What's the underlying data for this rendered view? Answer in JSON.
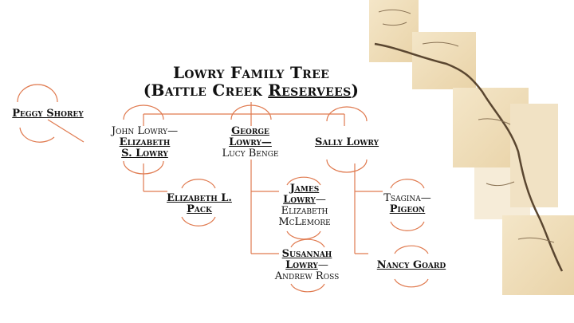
{
  "title": {
    "line1": "Lowry Family Tree",
    "line2_open": "(Battle Creek ",
    "line2_underlined": "Reservees",
    "line2_close": ")"
  },
  "people": {
    "peggy": "Peggy Shorey",
    "john": "John Lowry—",
    "elizabeth_s": "Elizabeth S. Lowry",
    "george": "George Lowry—",
    "lucy": "Lucy Benge",
    "sally": "Sally Lowry",
    "elizabeth_l": "Elizabeth L. Pack",
    "james": "James Lowry",
    "james_dash": "—",
    "elizabeth_mc": "Elizabeth McLemore",
    "tsagina": "Tsagina—",
    "pigeon": "Pigeon",
    "susannah": "Susannah Lowry",
    "susannah_dash": "—",
    "andrew": "Andrew Ross",
    "nancy": "Nancy Goard"
  },
  "colors": {
    "line": "#e07a4f",
    "parchment": "#f2e2c2",
    "ink": "#5a4630"
  }
}
